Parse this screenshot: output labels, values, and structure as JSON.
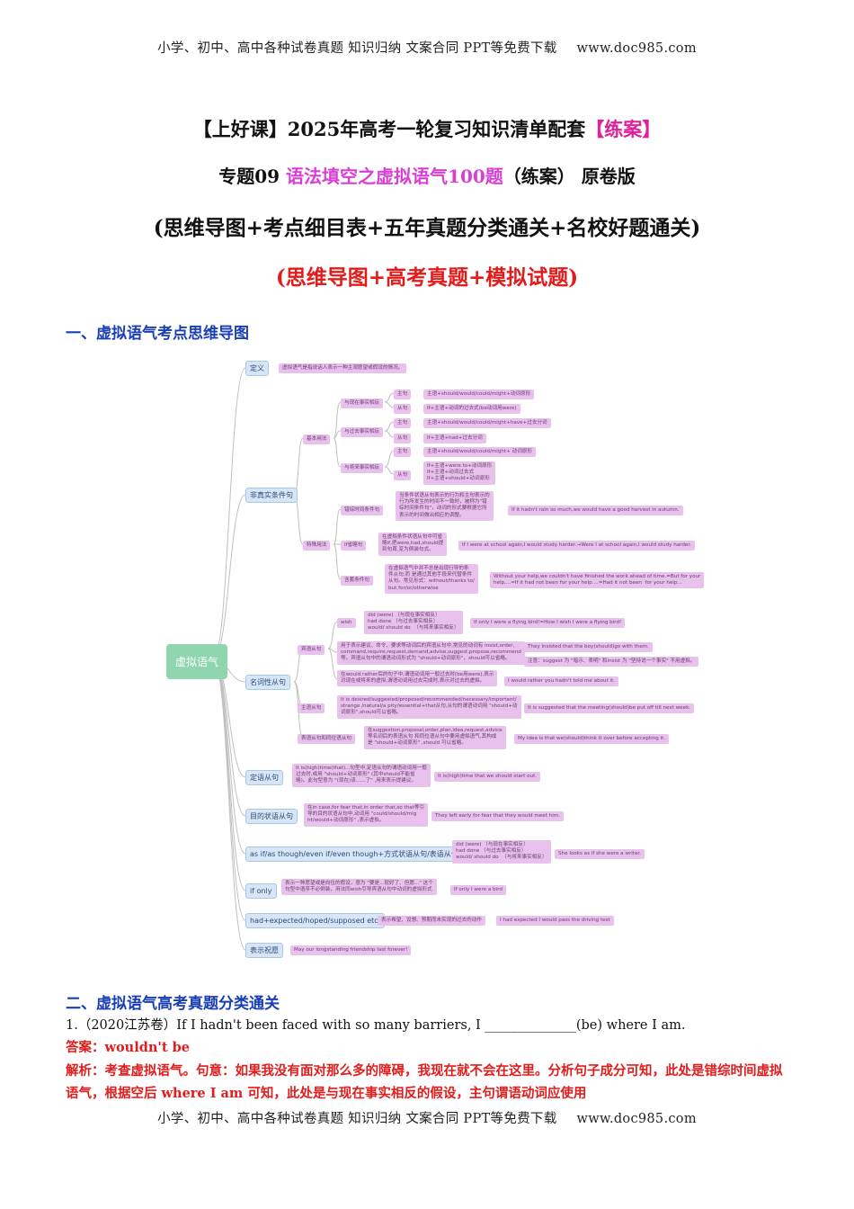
{
  "header": {
    "text": "小学、初中、高中各种试卷真题  知识归纳  文案合同  PPT等免费下载",
    "site": "www.doc985.com"
  },
  "footer": {
    "text": "小学、初中、高中各种试卷真题  知识归纳  文案合同  PPT等免费下载",
    "site": "www.doc985.com"
  },
  "title1": {
    "prefix": "【上好课】2025年高考一轮复习知识清单配套",
    "tag": "【练案】"
  },
  "title2": {
    "prefix": "专题09 ",
    "topic": "语法填空之虚拟语气100题",
    "suffix": "（练案） 原卷版"
  },
  "title3": "(思维导图+考点细目表+五年真题分类通关+名校好题通关)",
  "title4": "(思维导图+高考真题+模拟试题)",
  "section1": "一、虚拟语气考点思维导图",
  "section2": "二、虚拟语气高考真题分类通关",
  "mindmap": {
    "root": "虚拟语气",
    "b1": "定义",
    "b1_t": "虚拟语气是指说话人表示一种主观愿望或假设的情况。",
    "b2": "非真实条件句",
    "jb": "基本用法",
    "now": "与现在事实相反",
    "past": "与过去事实相反",
    "fut": "与将来事实相反",
    "zj": "主句",
    "cj": "从句",
    "now_z": "主语+should/would/could/might+动词原形",
    "now_c": "If+主语+动词的过去式(be动词用were)",
    "past_z": "主语+should/would/could/might+have+过去分词",
    "past_c": "If+主语+had+过去分词",
    "fut_z": "主语+should/would/could/might+ 动词原形",
    "fut_c": "If+主语+were to+动词原形\nIf+主语+动词过去式\nIf+主语+should+动词原形",
    "ts": "特殊用法",
    "cz": "错综时间条件句",
    "cz_t": "当条件状语从句表示的行为和主句表示的\n行为所发生的时间不一致时，被称为\"错\n综时间条件句\"，动词的形式要根据它所\n表示的时间做出相应的调整。",
    "cz_e": "If it hadn't rain so much,we would have a good harvest in autumn.",
    "sl": "if省略句",
    "sl_t": "在虚拟条件状语从句中可省\n略if,把were,had,should提\n到句首,变为倒装句式。",
    "sl_e": "If I were at school again,I would study harder.→Were I at school again,I would study harder.",
    "hy": "含蓄条件句",
    "hy_t": "在虚拟语气中并不总是出现行导的条\n件从句,而 是通过其他手段来代替条件\n从句。常见形式：without/thanks to/\nbut for/or/otherwise",
    "hy_e": "Without your help,we couldn't have finished the work ahead of time.=But for your\nhelp,...=If it had not been for your help....=Had it not been  for your help...",
    "b3": "名词性从句",
    "by": "宾语从句",
    "wish": "wish",
    "wish_t": "did (were) （与现在事实相反）\nhad done （与过去事实相反）\nwould/ should do  （与将来事实相反）",
    "wish_e": "If only I were a flying bird!=How I wish I were a flying bird!",
    "by_t1": "用于表示建议、命令、要求等动词后的宾语从句中,常见的动词有 insist,order,\ncommand,require,request,demand,advise,suggest,propose,recommend\n等。宾语从句中的谓语动词形式为 \"should+动词原形\"，should可以省略。",
    "by_e1": "They insisted that the boy(should)go with them.",
    "by_e1b": "注意：suggest 为 \"暗示、表明\" 和insist 为 \"坚持说一个事实\" 不用虚拟。",
    "by_t2": "在would rather后的句子中,谓语动词用一般过去时(be用were),表示\n对现在或将来的虚拟,谓语动词用过去完成时,表示对过去的虚拟。",
    "by_e2": "I would rather you hadn't told me about it.",
    "zy": "主语从句",
    "zy_t": "It is desired/suggested/proposed/recommended/necessary/important/\nstrange /natural/a pity/essential+that从句,从句的谓语动词用 \"should+动\n词原形\",should可以省略。",
    "zy_e": "It is suggested that the meeting(should)be put off till next week.",
    "bt": "表语从句和同位语从句",
    "bt_t": "在suggestion,proposal,order,plan,idea,request,advice\n等名词后的表语从句 和同位语从句中要用虚拟语气,其构成\n是 \"should+动词原形\" ,should 可以省略。",
    "bt_e": "My idea is that we(should)think it over before accepting it.",
    "b4": "定语从句",
    "dy_t": "It is(high)time(that)...句型中,定语从句的谓语动词用一般\n过去时,或用 \"should+动词原形\" (其中should不能省\n略)。此句型意为 \"(现在)该......了\" ,用来表示提建议。",
    "dy_e": "It is(high)time that we should start out.",
    "b5": "目的状语从句",
    "md_t": "在in case,for fear that,in order that,so that等引\n导的目的状语从句中,动词用 \"could/should/mig\nht/would+动词原形\" ,表示虚拟。",
    "md_e": "They left early for fear that they would meet him.",
    "b6": "as if/as though/even if/even though+方式状语从句/表语从句",
    "as_t": "did (were) （与现在事实相反）\nhad done （与过去事实相反）\nwould/ should do  （与将来事实相反）",
    "as_e": "She looks as if she were a writer.",
    "b7": "if only",
    "io_t": "表示一种愿望或是向往的假设，意为 \"要是...就好了、但愿...\" 这个\n句型中语序不必倒装，用法同wish引导宾语从句中动词的虚拟形式",
    "io_e": "If only I were a bird",
    "b8": "had+expected/hoped/supposed etc.",
    "he_t": "表示希望、设想、预期而未实现的过去的动作",
    "he_e": "I had expected I would pass the driving test",
    "b9": "表示祝愿",
    "zy9_t": "May our longstanding friendship last forever!"
  },
  "question": {
    "text": "1.（2020江苏卷）If I hadn't been faced with so many barriers, I ______________(be) where I am."
  },
  "answer": "答案：wouldn't be",
  "analysis": "解析：考查虚拟语气。句意：如果我没有面对那么多的障碍，我现在就不会在这里。分析句子成分可知，此处是错综时间虚拟语气，根据空后 where I am 可知，此处是与现在事实相反的假设，主句谓语动词应使用",
  "colors": {
    "magenta": "#e0209a",
    "red": "#e41b1b",
    "blue": "#1a3fb5",
    "mind_root": "#8fd6ae",
    "mind_branch": "#d6e6f7",
    "mind_leaf": "#e8c1ec"
  }
}
